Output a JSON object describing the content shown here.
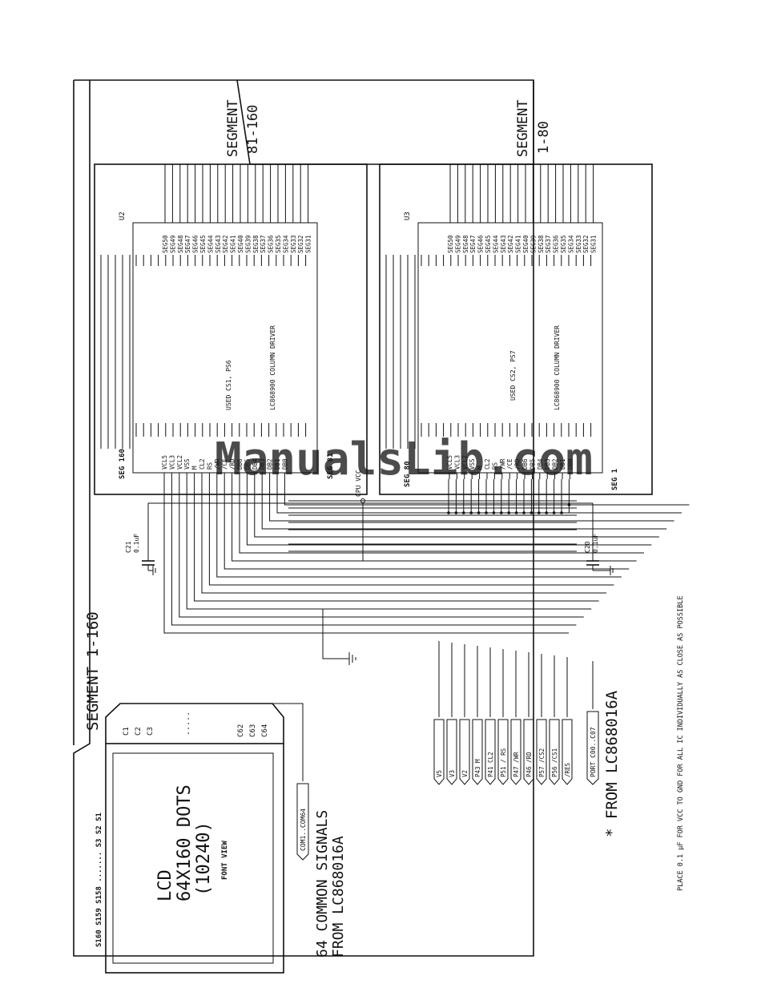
{
  "segment_main": {
    "title": "SEGMENT 1-160"
  },
  "segment_u2": {
    "title": "SEGMENT",
    "range": "81-160"
  },
  "segment_u3": {
    "title": "SEGMENT",
    "range": "1-80"
  },
  "lcd": {
    "line1": "LCD",
    "line2": "64X160 DOTS",
    "line3": "(10240)",
    "view": "FONT VIEW",
    "seg_labels": "S160 S159 S158 ....... S3 S2 S1",
    "com_labels": [
      "C1",
      "C2",
      "C3",
      "....."
    ],
    "com_labels_end": [
      "C62",
      "C63",
      "C64"
    ],
    "com_connector": "COM1..COM64"
  },
  "common_signals": {
    "line1": "64 COMMON SIGNALS",
    "line2": "FROM LC868016A"
  },
  "u2": {
    "ref": "U2",
    "seg_top": "SEG 160",
    "seg_bottom": "SEG 81",
    "name": "LC868900 COLUMN DRIVER",
    "used": "USED CS1, PS6",
    "left_pins": [
      "VCL5",
      "VCL3",
      "VCL2",
      "VSS",
      "M",
      "CL2",
      "RS",
      "/WR",
      "/CE",
      "/RD",
      "DB6",
      "DB5",
      "DB4",
      "DB3",
      "DB2",
      "DB1",
      "DB0"
    ],
    "right_pins": [
      "SEG50",
      "SEG49",
      "SEG48",
      "SEG47",
      "SEG46",
      "SEG45",
      "SEG44",
      "SEG43",
      "SEG42",
      "SEG41",
      "SEG40",
      "SEG39",
      "SEG38",
      "SEG37",
      "SEG36",
      "SEG35",
      "SEG34",
      "SEG33",
      "SEG32",
      "SEG31"
    ],
    "cap_ref": "C21",
    "cap_val": "0.1uF"
  },
  "u3": {
    "ref": "U3",
    "seg_top": "SEG 80",
    "seg_bottom": "SEG 1",
    "name": "LC868900 COLUMN DRIVER",
    "used": "USED CS2, PS7",
    "left_pins": [
      "VCL5",
      "VCL3",
      "VCL2",
      "VSS",
      "M",
      "CL2",
      "RS",
      "/WR",
      "/CE",
      "/RD",
      "DB6",
      "DB5",
      "DB4",
      "DB3",
      "DB2",
      "DB1",
      "DB0"
    ],
    "right_pins": [
      "SEG50",
      "SEG49",
      "SEG48",
      "SEG47",
      "SEG46",
      "SEG45",
      "SEG44",
      "SEG43",
      "SEG42",
      "SEG41",
      "SEG40",
      "SEG39",
      "SEG38",
      "SEG37",
      "SEG36",
      "SEG35",
      "SEG34",
      "SEG33",
      "SEG32",
      "SEG31"
    ],
    "cap_ref": "C20",
    "cap_val": "0.1uF"
  },
  "cpu_vcc": "CPU VCC",
  "connectors": [
    "V5",
    "V3",
    "V2",
    "P43 M",
    "P41 CL2",
    "P51 / RS",
    "P47 /WR",
    "P46 /RD",
    "P57 /CS2",
    "P56 /CS1",
    "/RES"
  ],
  "port_connector": "PORT C00..C07",
  "from_label": "* FROM LC868016A",
  "footnote": "PLACE 0.1 µF FOR VCC TO GND FOR ALL IC INDIVIDUALLY AS CLOSE AS POSSIBLE",
  "watermark": "ManualsLib.com"
}
